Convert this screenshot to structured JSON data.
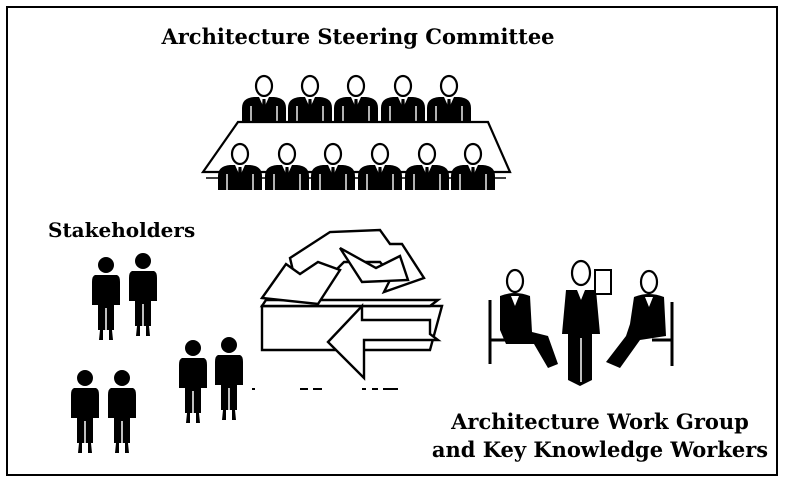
{
  "committee": {
    "title": "Architecture Steering Committee"
  },
  "stakeholders": {
    "title": "Stakeholders"
  },
  "work_group": {
    "title_line1": "Architecture Work Group",
    "title_line2": "and Key Knowledge Workers"
  },
  "colors": {
    "ink": "#000000",
    "paper": "#ffffff",
    "frame": "#000000"
  },
  "icons": [
    "seated-person-icon",
    "standing-person-icon",
    "conference-table-icon",
    "cycle-arrows-icon"
  ]
}
